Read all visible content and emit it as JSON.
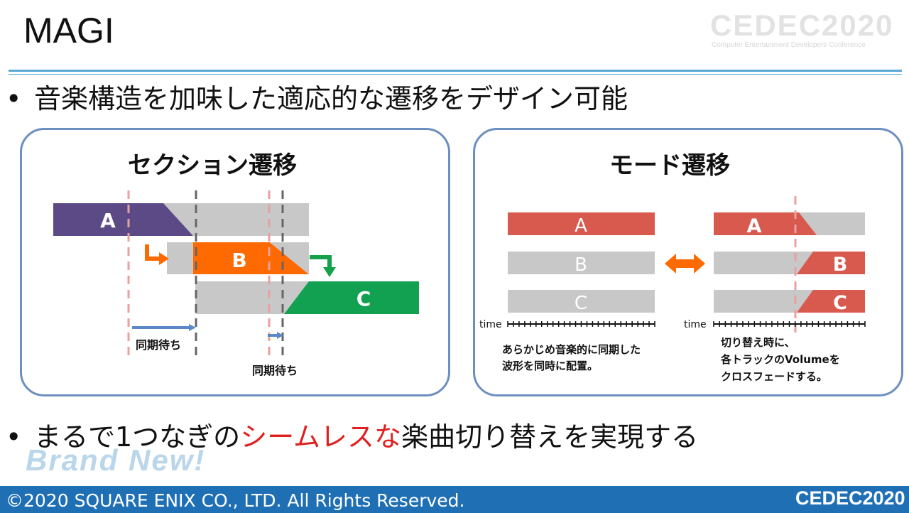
{
  "slide": {
    "title": "MAGI",
    "logo": {
      "main": "CEDEC2020",
      "sub": "Computer Entertainment Developers Conference"
    },
    "bullets": [
      {
        "text": "音楽構造を加味した適応的な遷移をデザイン可能"
      },
      {
        "before": "まるで1つなぎの",
        "highlight": "シームレスな",
        "after": "楽曲切り替えを実現する"
      }
    ],
    "brand_watermark": "Brand New!",
    "footer": {
      "copyright": "©2020 SQUARE ENIX CO., LTD. All Rights Reserved.",
      "logo": "CEDEC2020"
    }
  },
  "section_panel": {
    "title": "セクション遷移",
    "tracks": [
      "A",
      "B",
      "C"
    ],
    "sync_wait_labels": [
      "同期待ち",
      "同期待ち"
    ]
  },
  "mode_panel": {
    "title": "モード遷移",
    "left_tracks": [
      "A",
      "B",
      "C"
    ],
    "right_tracks": [
      "A",
      "B",
      "C"
    ],
    "time_label_left": "time",
    "time_label_right": "time",
    "caption_left": [
      "あらかじめ音楽的に同期した",
      "波形を同時に配置。"
    ],
    "caption_right": [
      "切り替え時に、",
      "各トラックのVolumeを",
      "クロスフェードする。"
    ]
  },
  "colors": {
    "purple": "#5b4a86",
    "gray": "#c8c8c8",
    "orange": "#ff6a00",
    "green": "#12a150",
    "red": "#d85a4e",
    "green_arrow": "#14a14a",
    "blue_rule": "#5aa7d6",
    "footer_blue": "#1f6fb5"
  }
}
